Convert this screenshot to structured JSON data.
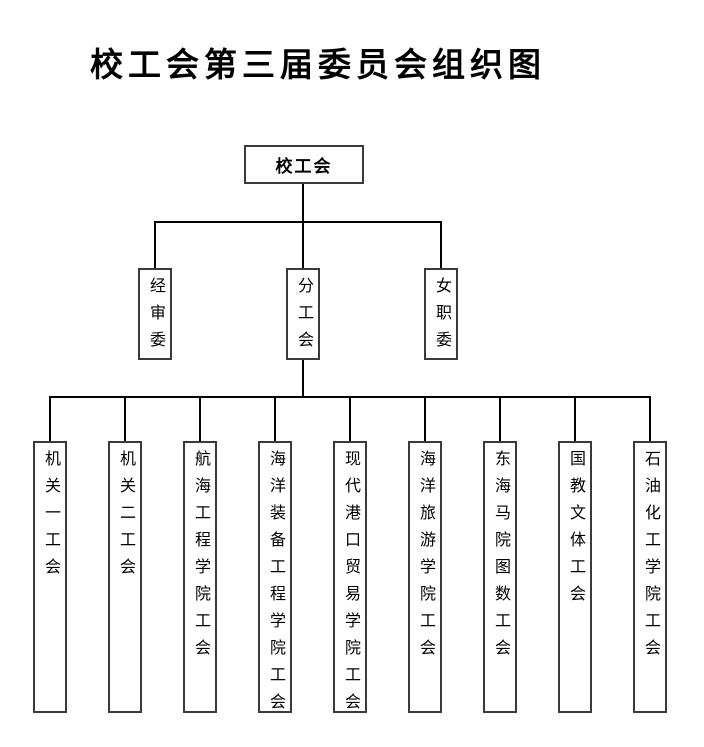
{
  "title": "校工会第三届委员会组织图",
  "org": {
    "root": {
      "label": "校工会"
    },
    "level2": [
      {
        "label": "经审委"
      },
      {
        "label": "分工会"
      },
      {
        "label": "女职委"
      }
    ],
    "level3": [
      {
        "label": "机关一工会"
      },
      {
        "label": "机关二工会"
      },
      {
        "label": "航海工程学院工会"
      },
      {
        "label": "海洋装备工程学院工会"
      },
      {
        "label": "现代港口贸易学院工会"
      },
      {
        "label": "海洋旅游学院工会"
      },
      {
        "label": "东海马院图数工会"
      },
      {
        "label": "国教文体工会"
      },
      {
        "label": "石油化工学院工会"
      }
    ]
  },
  "colors": {
    "background": "#ffffff",
    "line": "#000000",
    "border": "#3a3a3a",
    "text": "#000000"
  }
}
